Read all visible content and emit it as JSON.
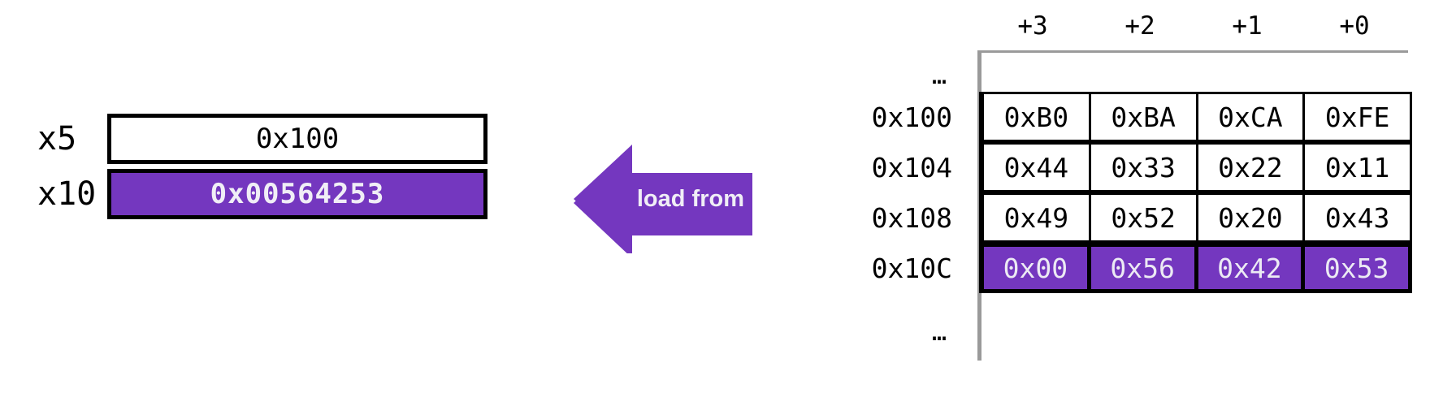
{
  "colors": {
    "accent_purple": "#7437bf",
    "text_on_accent": "#f0eef6",
    "border_black": "#000000",
    "frame_gray": "#9a9a9a"
  },
  "registers": {
    "rows": [
      {
        "name": "x5",
        "value": "0x100",
        "highlighted": false
      },
      {
        "name": "x10",
        "value": "0x00564253",
        "highlighted": true
      }
    ]
  },
  "arrow": {
    "label": "load from",
    "direction": "left"
  },
  "memory": {
    "column_headers": [
      "+3",
      "+2",
      "+1",
      "+0"
    ],
    "ellipsis_top": "…",
    "ellipsis_bottom": "…",
    "rows": [
      {
        "address": "0x100",
        "bytes": [
          "0xB0",
          "0xBA",
          "0xCA",
          "0xFE"
        ],
        "highlighted": false
      },
      {
        "address": "0x104",
        "bytes": [
          "0x44",
          "0x33",
          "0x22",
          "0x11"
        ],
        "highlighted": false
      },
      {
        "address": "0x108",
        "bytes": [
          "0x49",
          "0x52",
          "0x20",
          "0x43"
        ],
        "highlighted": false
      },
      {
        "address": "0x10C",
        "bytes": [
          "0x00",
          "0x56",
          "0x42",
          "0x53"
        ],
        "highlighted": true
      }
    ]
  }
}
